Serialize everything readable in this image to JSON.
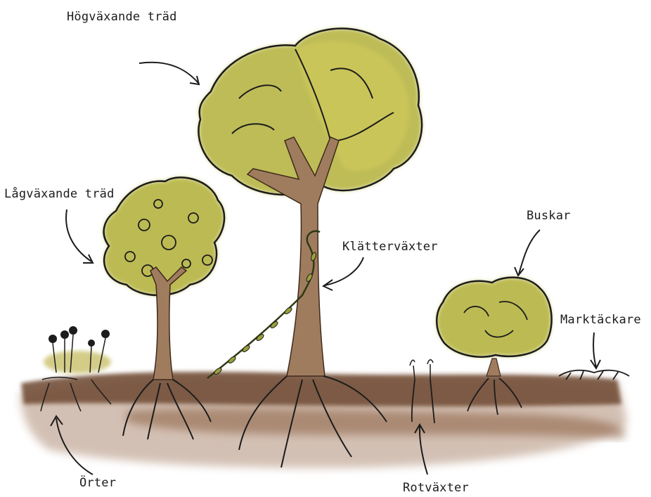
{
  "labels": {
    "hogvaxande_trad": "Högväxande träd",
    "lagvaxande_trad": "Lågväxande träd",
    "klattervaxter": "Klätterväxter",
    "buskar": "Buskar",
    "marktackare": "Marktäckare",
    "orter": "Örter",
    "rotvaxter": "Rotväxter"
  },
  "colors": {
    "foliage": "#b7b544",
    "foliage_light": "#cdc85a",
    "trunk": "#a07c5e",
    "soil": "#6e4a33",
    "soil_light": "#b08e78",
    "ink": "#1c1c1c"
  }
}
